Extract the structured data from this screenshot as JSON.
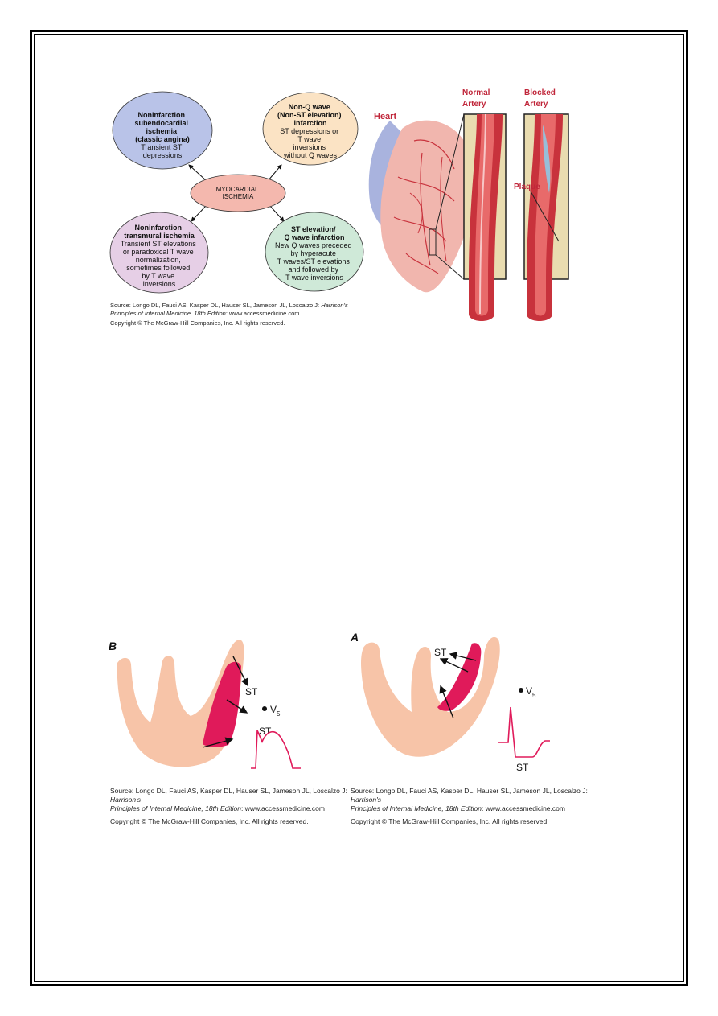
{
  "ischemia_diagram": {
    "center": [
      "MYOCARDIAL",
      "ISCHEMIA"
    ],
    "top_left": {
      "title": [
        "Noninfarction",
        "subendocardial",
        "ischemia",
        "(classic angina)"
      ],
      "body": [
        "Transient ST",
        "depressions"
      ]
    },
    "top_right": {
      "title": [
        "Non-Q wave",
        "(Non-ST elevation)",
        "infarction"
      ],
      "body": [
        "ST depressions or",
        "T wave",
        "inversions",
        "without Q waves"
      ]
    },
    "bottom_left": {
      "title": [
        "Noninfarction",
        "transmural ischemia"
      ],
      "body": [
        "Transient ST elevations",
        "or paradoxical T wave",
        "normalization,",
        "sometimes followed",
        "by T wave",
        "inversions"
      ]
    },
    "bottom_right": {
      "title": [
        "ST elevation/",
        "Q wave infarction"
      ],
      "body": [
        "New Q waves preceded",
        "by hyperacute",
        "T waves/ST elevations",
        "and followed by",
        "T wave inversions"
      ]
    },
    "colors": {
      "center": "#f4b8ae",
      "top_left": "#b9c3e8",
      "top_right": "#fbe3c4",
      "bottom_left": "#e6cfe6",
      "bottom_right": "#cfe9d8"
    }
  },
  "heart_figure": {
    "heart_label": "Heart",
    "normal_label": [
      "Normal",
      "Artery"
    ],
    "blocked_label": [
      "Blocked",
      "Artery"
    ],
    "plaque_label": "Plaque"
  },
  "top_source": {
    "line1_a": "Source: Longo DL, Fauci AS, Kasper DL, Hauser SL, Jameson JL, Loscalzo J: ",
    "line1_it": "Harrison's",
    "line2_it": "Principles of Internal Medicine, 18th Edition",
    "line2_b": ": www.accessmedicine.com",
    "line3": "Copyright © The McGraw-Hill Companies, Inc. All rights reserved."
  },
  "panel_b": {
    "letter": "B",
    "st_label": "ST",
    "lead_label": "V",
    "lead_sub": "5",
    "ecg_label": "ST"
  },
  "panel_a": {
    "letter": "A",
    "st_label": "ST",
    "lead_label": "V",
    "lead_sub": "5",
    "ecg_label": "ST"
  },
  "bottom_source_left": {
    "line1_a": "Source: Longo DL, Fauci AS, Kasper DL, Hauser SL, Jameson JL, Loscalzo J: ",
    "line1_it": "Harrison's",
    "line2_it": "Principles of Internal Medicine, 18th Edition",
    "line2_b": ": www.accessmedicine.com",
    "line3": "Copyright © The McGraw-Hill Companies, Inc. All rights reserved."
  },
  "bottom_source_right": {
    "line1_a": "Source: Longo DL, Fauci AS, Kasper DL, Hauser SL, Jameson JL, Loscalzo J: ",
    "line1_it": "Harrison's",
    "line2_it": "Principles of Internal Medicine, 18th Edition",
    "line2_b": ": www.accessmedicine.com",
    "line3": "Copyright © The McGraw-Hill Companies, Inc. All rights reserved."
  },
  "palette": {
    "myocardium": "#f7c4a8",
    "injury": "#e01a5a",
    "ecg": "#e01a5a",
    "artery_wall": "#c8323c",
    "artery_bg": "#e9dcb0"
  }
}
